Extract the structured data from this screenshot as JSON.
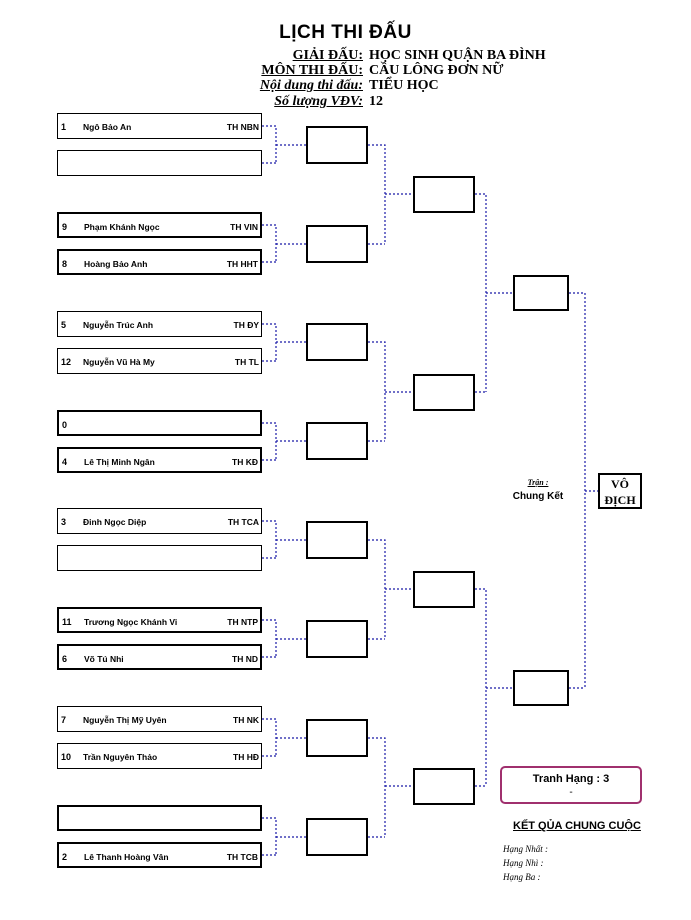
{
  "header": {
    "title": "LỊCH THI ĐẤU",
    "rows": [
      {
        "label": "GIẢI ĐẤU:",
        "value": "HỌC SINH QUẬN BA ĐÌNH"
      },
      {
        "label": "MÔN THI ĐẤU:",
        "value": "CẦU LÔNG ĐƠN NỮ"
      },
      {
        "label": "Nội dung thi đấu:",
        "value": "TIỂU HỌC"
      },
      {
        "label": "Số lượng VĐV:",
        "value": "12"
      }
    ]
  },
  "players": [
    {
      "seed": "1",
      "name": "Ngô Bảo An",
      "school": "TH NBN"
    },
    {
      "seed": "",
      "name": "",
      "school": ""
    },
    {
      "seed": "9",
      "name": "Phạm Khánh Ngọc",
      "school": "TH VIN"
    },
    {
      "seed": "8",
      "name": "Hoàng Bảo Anh",
      "school": "TH HHT"
    },
    {
      "seed": "5",
      "name": "Nguyễn Trúc Anh",
      "school": "TH ĐY"
    },
    {
      "seed": "12",
      "name": "Nguyễn Vũ Hà My",
      "school": "TH TL"
    },
    {
      "seed": "0",
      "name": "",
      "school": ""
    },
    {
      "seed": "4",
      "name": "Lê Thị Minh Ngân",
      "school": "TH KĐ"
    },
    {
      "seed": "3",
      "name": "Đinh Ngọc Diệp",
      "school": "TH TCA"
    },
    {
      "seed": "",
      "name": "",
      "school": ""
    },
    {
      "seed": "11",
      "name": "Trương Ngọc Khánh Vi",
      "school": "TH NTP"
    },
    {
      "seed": "6",
      "name": "Võ Tú Nhi",
      "school": "TH ND"
    },
    {
      "seed": "7",
      "name": "Nguyễn Thị Mỹ Uyên",
      "school": "TH NK"
    },
    {
      "seed": "10",
      "name": "Trần Nguyên Thảo",
      "school": "TH HĐ"
    },
    {
      "seed": "",
      "name": "",
      "school": ""
    },
    {
      "seed": "2",
      "name": "Lê Thanh Hoàng Vân",
      "school": "TH TCB"
    }
  ],
  "final": {
    "label": "Trận :",
    "name": "Chung Kết"
  },
  "champion": {
    "line1": "VÔ",
    "line2": "ĐỊCH"
  },
  "third_place": {
    "title": "Tranh Hạng : 3",
    "value": "-"
  },
  "results": {
    "title": "KẾT QỦA CHUNG CUỘC",
    "rows": [
      "Hạng Nhất :",
      "Hạng Nhì :",
      "Hạng Ba :"
    ]
  },
  "colors": {
    "connector": "#1a1aa8",
    "third_border": "#a0306e"
  }
}
